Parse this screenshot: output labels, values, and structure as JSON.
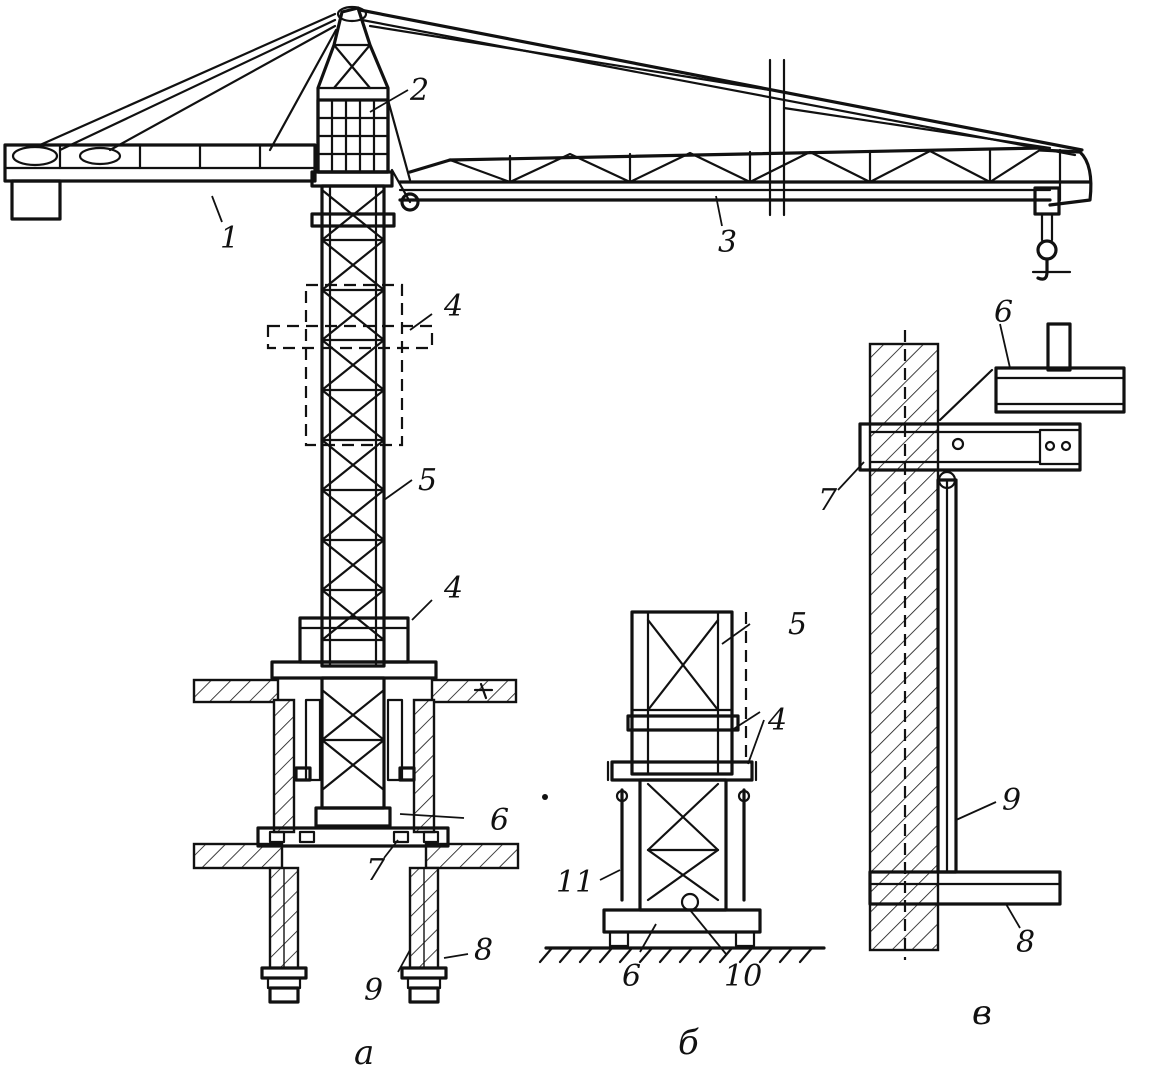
{
  "labels": {
    "n1": "1",
    "n2": "2",
    "n3": "3",
    "n4a": "4",
    "n4b": "4",
    "n4c": "4",
    "n5a": "5",
    "n5b": "5",
    "n6a": "6",
    "n6b": "6",
    "n6c": "6",
    "n7a": "7",
    "n7b": "7",
    "n8a": "8",
    "n8b": "8",
    "n9a": "9",
    "n9b": "9",
    "n10": "10",
    "n11": "11"
  },
  "captions": {
    "a": "а",
    "b": "б",
    "v": "в"
  }
}
